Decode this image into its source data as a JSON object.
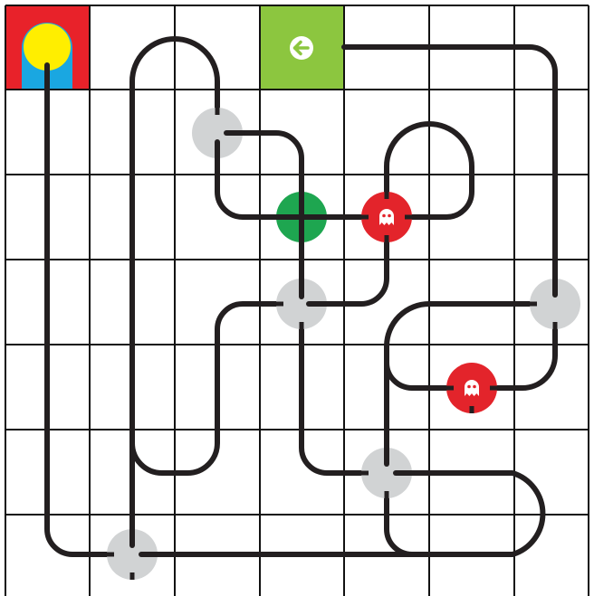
{
  "puzzle": {
    "grid": {
      "columns": 7,
      "rows": 7,
      "line_color": "#111111"
    },
    "colors": {
      "start_tile": "#e8222a",
      "start_base": "#1aa7e1",
      "ball": "#ffee00",
      "exit_tile": "#8cc63f",
      "exit_icon": "#ffffff",
      "track": "#231f20",
      "junction": "#d1d3d4",
      "ghost_disc": "#e3242b",
      "ghost": "#ffffff",
      "target": "#1ea650"
    },
    "start": {
      "type": "ball",
      "cell": [
        0,
        0
      ]
    },
    "exit": {
      "icon": "exit-arrow-icon",
      "cell": [
        3,
        0
      ]
    },
    "target": {
      "cell": [
        3,
        2
      ]
    },
    "junctions": [
      {
        "id": "j1",
        "cell": [
          2,
          1
        ]
      },
      {
        "id": "j2",
        "cell": [
          3,
          3
        ]
      },
      {
        "id": "j3",
        "cell": [
          6,
          3
        ]
      },
      {
        "id": "j4",
        "cell": [
          4,
          5
        ]
      },
      {
        "id": "j5",
        "cell": [
          1,
          6
        ]
      }
    ],
    "ghosts": [
      {
        "id": "g1",
        "cell": [
          4,
          2
        ]
      },
      {
        "id": "g2",
        "cell": [
          5,
          4
        ]
      }
    ]
  }
}
